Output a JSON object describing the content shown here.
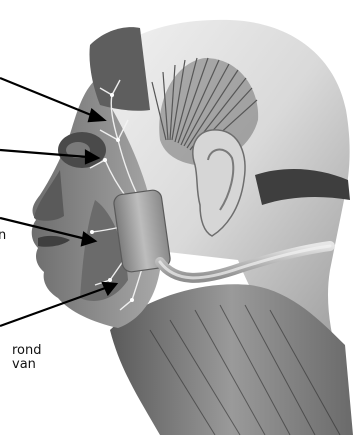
{
  "diagram": {
    "callouts": [
      {
        "id": "c1",
        "label": ""
      },
      {
        "id": "c2",
        "label": ""
      },
      {
        "id": "c3",
        "label": "n"
      },
      {
        "id": "c4",
        "label": ""
      }
    ],
    "bottom_label_line1": "rond",
    "bottom_label_line2": "van"
  },
  "colors": {
    "skin_dark": "#4a4a4a",
    "muscle_mid": "#8a8a8a",
    "muscle_light": "#c8c8c8",
    "device": "#9b9b9b",
    "nerve": "#f2f2f2",
    "arrow": "#000000"
  }
}
